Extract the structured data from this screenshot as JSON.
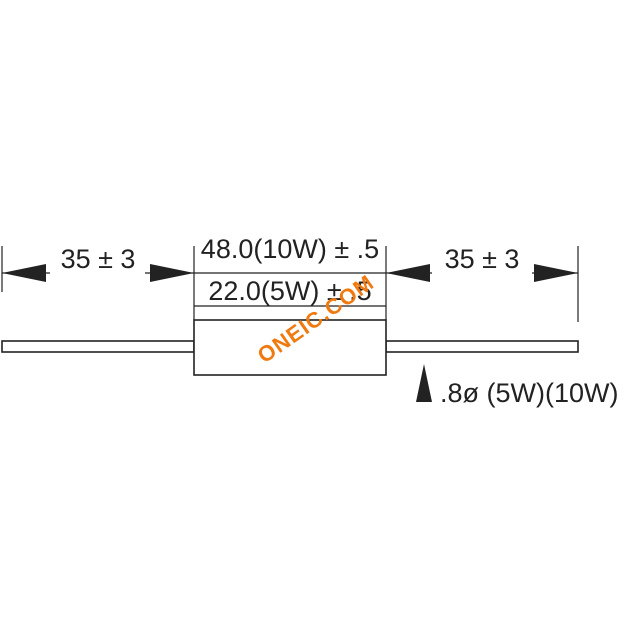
{
  "dimensions": {
    "left_lead_length": "35 ± 3",
    "right_lead_length": "35 ± 3",
    "body_length_10w": "48.0(10W) ± .5",
    "body_length_5w": "22.0(5W) ± .5",
    "lead_diameter": ".8ø (5W)(10W)"
  },
  "watermark": {
    "text": "ONEIC.COM",
    "color": "#f07a10"
  },
  "colors": {
    "line": "#222222",
    "background": "#ffffff"
  }
}
